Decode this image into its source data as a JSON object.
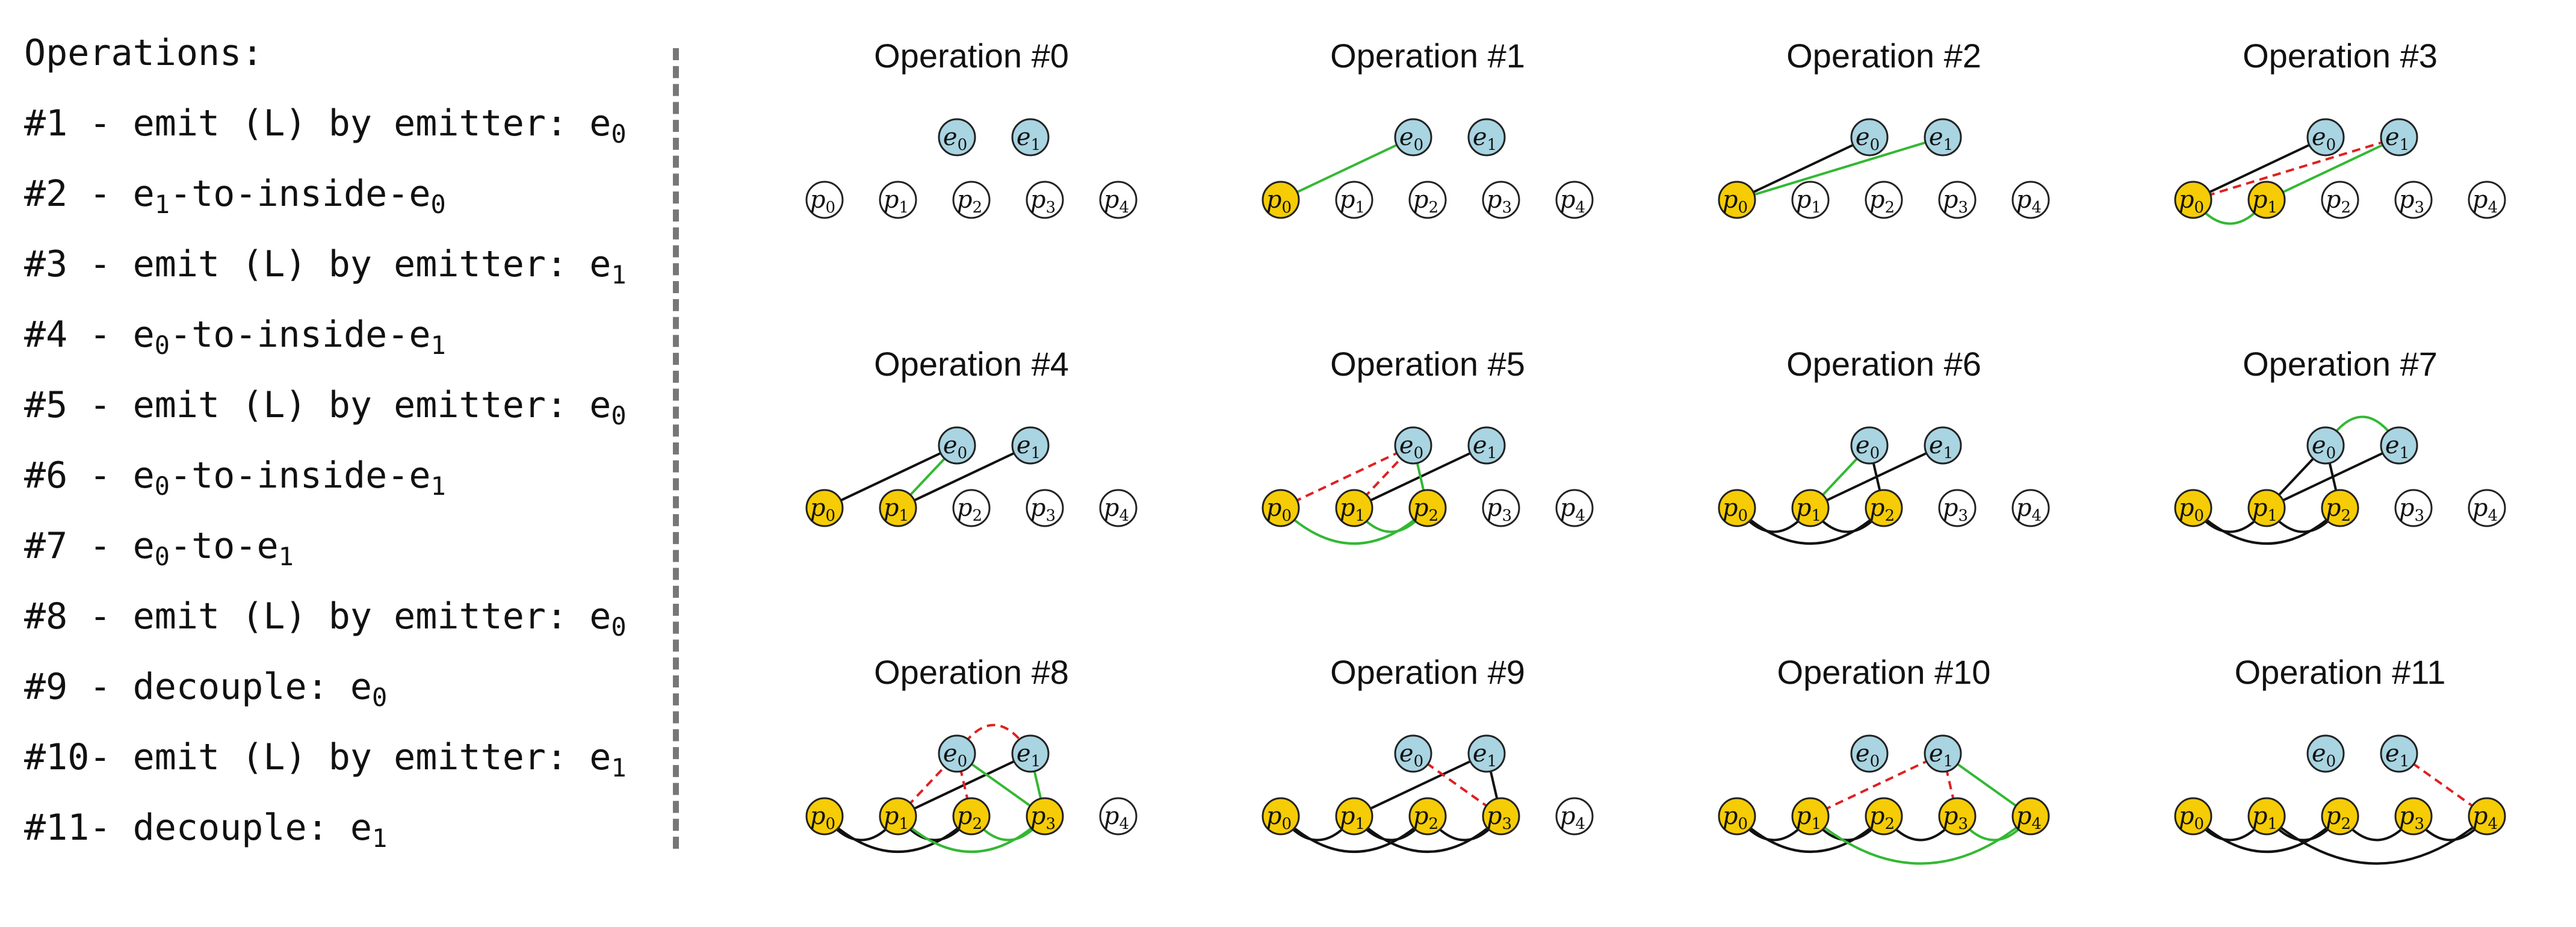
{
  "operations_title": "Operations:",
  "operations": [
    {
      "num": "#1 - ",
      "parts": [
        {
          "t": "emit (L) by emitter: e"
        },
        {
          "s": "0"
        }
      ]
    },
    {
      "num": "#2 - ",
      "parts": [
        {
          "t": "e"
        },
        {
          "s": "1"
        },
        {
          "t": "-to-inside-e"
        },
        {
          "s": "0"
        }
      ]
    },
    {
      "num": "#3 - ",
      "parts": [
        {
          "t": "emit (L) by emitter: e"
        },
        {
          "s": "1"
        }
      ]
    },
    {
      "num": "#4 - ",
      "parts": [
        {
          "t": "e"
        },
        {
          "s": "0"
        },
        {
          "t": "-to-inside-e"
        },
        {
          "s": "1"
        }
      ]
    },
    {
      "num": "#5 - ",
      "parts": [
        {
          "t": "emit (L) by emitter: e"
        },
        {
          "s": "0"
        }
      ]
    },
    {
      "num": "#6 - ",
      "parts": [
        {
          "t": "e"
        },
        {
          "s": "0"
        },
        {
          "t": "-to-inside-e"
        },
        {
          "s": "1"
        }
      ]
    },
    {
      "num": "#7 - ",
      "parts": [
        {
          "t": "e"
        },
        {
          "s": "0"
        },
        {
          "t": "-to-e"
        },
        {
          "s": "1"
        }
      ]
    },
    {
      "num": "#8 - ",
      "parts": [
        {
          "t": "emit (L) by emitter: e"
        },
        {
          "s": "0"
        }
      ]
    },
    {
      "num": "#9 - ",
      "parts": [
        {
          "t": "decouple: e"
        },
        {
          "s": "0"
        }
      ]
    },
    {
      "num": "#10- ",
      "parts": [
        {
          "t": "emit (L) by emitter: e"
        },
        {
          "s": "1"
        }
      ]
    },
    {
      "num": "#11- ",
      "parts": [
        {
          "t": "decouple: e"
        },
        {
          "s": "1"
        }
      ]
    }
  ],
  "colors": {
    "emitter": "#a9d4e1",
    "photon_active": "#f5cc05",
    "photon_idle": "#ffffff",
    "edge_old": "#111111",
    "edge_new": "#33b833",
    "edge_removed": "#e02020"
  },
  "node_labels": {
    "emitters": [
      "e0",
      "e1"
    ],
    "photons": [
      "p0",
      "p1",
      "p2",
      "p3",
      "p4"
    ]
  },
  "panels": [
    {
      "title": "Operation #0",
      "active": [],
      "edges": []
    },
    {
      "title": "Operation #1",
      "active": [
        "p0"
      ],
      "edges": [
        {
          "from": "p0",
          "to": "e0",
          "kind": "new"
        }
      ]
    },
    {
      "title": "Operation #2",
      "active": [
        "p0"
      ],
      "edges": [
        {
          "from": "p0",
          "to": "e0",
          "kind": "old"
        },
        {
          "from": "p0",
          "to": "e1",
          "kind": "new"
        }
      ]
    },
    {
      "title": "Operation #3",
      "active": [
        "p0",
        "p1"
      ],
      "edges": [
        {
          "from": "p0",
          "to": "e0",
          "kind": "old"
        },
        {
          "from": "p0",
          "to": "e1",
          "kind": "removed"
        },
        {
          "from": "p1",
          "to": "e1",
          "kind": "new"
        },
        {
          "from": "p0",
          "to": "p1",
          "kind": "new",
          "curve": true
        }
      ]
    },
    {
      "title": "Operation #4",
      "active": [
        "p0",
        "p1"
      ],
      "edges": [
        {
          "from": "p0",
          "to": "e0",
          "kind": "old"
        },
        {
          "from": "p1",
          "to": "e1",
          "kind": "old"
        },
        {
          "from": "p1",
          "to": "e0",
          "kind": "new"
        }
      ]
    },
    {
      "title": "Operation #5",
      "active": [
        "p0",
        "p1",
        "p2"
      ],
      "edges": [
        {
          "from": "p1",
          "to": "e1",
          "kind": "old"
        },
        {
          "from": "p0",
          "to": "e0",
          "kind": "removed"
        },
        {
          "from": "p1",
          "to": "e0",
          "kind": "removed"
        },
        {
          "from": "p2",
          "to": "e0",
          "kind": "new"
        },
        {
          "from": "p0",
          "to": "p2",
          "kind": "new",
          "curve": true
        },
        {
          "from": "p1",
          "to": "p2",
          "kind": "new",
          "curve": true
        }
      ]
    },
    {
      "title": "Operation #6",
      "active": [
        "p0",
        "p1",
        "p2"
      ],
      "edges": [
        {
          "from": "p0",
          "to": "p1",
          "kind": "old",
          "curve": true
        },
        {
          "from": "p0",
          "to": "p2",
          "kind": "old",
          "curve": true
        },
        {
          "from": "p1",
          "to": "p2",
          "kind": "old",
          "curve": true
        },
        {
          "from": "p2",
          "to": "e0",
          "kind": "old"
        },
        {
          "from": "p1",
          "to": "e1",
          "kind": "old"
        },
        {
          "from": "p1",
          "to": "e0",
          "kind": "new"
        }
      ]
    },
    {
      "title": "Operation #7",
      "active": [
        "p0",
        "p1",
        "p2"
      ],
      "edges": [
        {
          "from": "p0",
          "to": "p1",
          "kind": "old",
          "curve": true
        },
        {
          "from": "p0",
          "to": "p2",
          "kind": "old",
          "curve": true
        },
        {
          "from": "p1",
          "to": "p2",
          "kind": "old",
          "curve": true
        },
        {
          "from": "p1",
          "to": "e0",
          "kind": "old"
        },
        {
          "from": "p2",
          "to": "e0",
          "kind": "old"
        },
        {
          "from": "p1",
          "to": "e1",
          "kind": "old"
        },
        {
          "from": "e0",
          "to": "e1",
          "kind": "new",
          "curve": true
        }
      ]
    },
    {
      "title": "Operation #8",
      "active": [
        "p0",
        "p1",
        "p2",
        "p3"
      ],
      "edges": [
        {
          "from": "p0",
          "to": "p1",
          "kind": "old",
          "curve": true
        },
        {
          "from": "p0",
          "to": "p2",
          "kind": "old",
          "curve": true
        },
        {
          "from": "p1",
          "to": "p2",
          "kind": "old",
          "curve": true
        },
        {
          "from": "p1",
          "to": "e1",
          "kind": "old"
        },
        {
          "from": "p1",
          "to": "e0",
          "kind": "removed"
        },
        {
          "from": "p2",
          "to": "e0",
          "kind": "removed"
        },
        {
          "from": "e0",
          "to": "e1",
          "kind": "removed",
          "curve": true
        },
        {
          "from": "p3",
          "to": "e0",
          "kind": "new"
        },
        {
          "from": "p3",
          "to": "e1",
          "kind": "new"
        },
        {
          "from": "p1",
          "to": "p3",
          "kind": "new",
          "curve": true
        },
        {
          "from": "p2",
          "to": "p3",
          "kind": "new",
          "curve": true
        }
      ]
    },
    {
      "title": "Operation #9",
      "active": [
        "p0",
        "p1",
        "p2",
        "p3"
      ],
      "edges": [
        {
          "from": "p0",
          "to": "p1",
          "kind": "old",
          "curve": true
        },
        {
          "from": "p0",
          "to": "p2",
          "kind": "old",
          "curve": true
        },
        {
          "from": "p1",
          "to": "p2",
          "kind": "old",
          "curve": true
        },
        {
          "from": "p1",
          "to": "p3",
          "kind": "old",
          "curve": true
        },
        {
          "from": "p2",
          "to": "p3",
          "kind": "old",
          "curve": true
        },
        {
          "from": "p1",
          "to": "e1",
          "kind": "old"
        },
        {
          "from": "p3",
          "to": "e1",
          "kind": "old"
        },
        {
          "from": "p3",
          "to": "e0",
          "kind": "removed"
        }
      ]
    },
    {
      "title": "Operation #10",
      "active": [
        "p0",
        "p1",
        "p2",
        "p3",
        "p4"
      ],
      "edges": [
        {
          "from": "p0",
          "to": "p1",
          "kind": "old",
          "curve": true
        },
        {
          "from": "p0",
          "to": "p2",
          "kind": "old",
          "curve": true
        },
        {
          "from": "p1",
          "to": "p2",
          "kind": "old",
          "curve": true
        },
        {
          "from": "p2",
          "to": "p3",
          "kind": "old",
          "curve": true
        },
        {
          "from": "p1",
          "to": "e1",
          "kind": "removed"
        },
        {
          "from": "p3",
          "to": "e1",
          "kind": "removed"
        },
        {
          "from": "p4",
          "to": "e1",
          "kind": "new"
        },
        {
          "from": "p1",
          "to": "p4",
          "kind": "new",
          "curve": true
        },
        {
          "from": "p3",
          "to": "p4",
          "kind": "new",
          "curve": true
        }
      ]
    },
    {
      "title": "Operation #11",
      "active": [
        "p0",
        "p1",
        "p2",
        "p3",
        "p4"
      ],
      "edges": [
        {
          "from": "p0",
          "to": "p1",
          "kind": "old",
          "curve": true
        },
        {
          "from": "p0",
          "to": "p2",
          "kind": "old",
          "curve": true
        },
        {
          "from": "p1",
          "to": "p2",
          "kind": "old",
          "curve": true
        },
        {
          "from": "p2",
          "to": "p3",
          "kind": "old",
          "curve": true
        },
        {
          "from": "p1",
          "to": "p4",
          "kind": "old",
          "curve": true
        },
        {
          "from": "p3",
          "to": "p4",
          "kind": "old",
          "curve": true
        },
        {
          "from": "p4",
          "to": "e1",
          "kind": "removed"
        }
      ]
    }
  ]
}
